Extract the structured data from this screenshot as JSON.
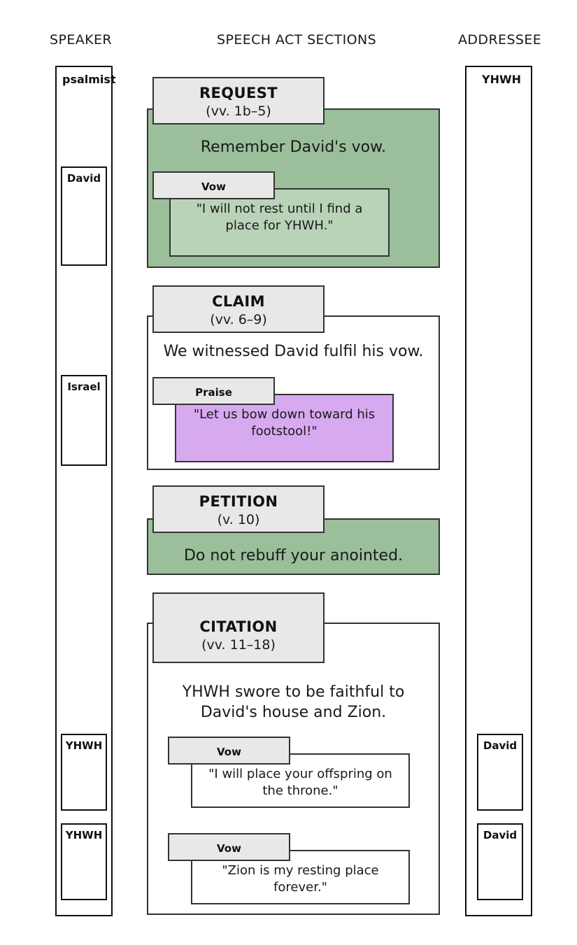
{
  "columns": {
    "speaker_header": "SPEAKER",
    "sections_header": "SPEECH ACT SECTIONS",
    "addressee_header": "ADDRESSEE"
  },
  "speaker_track": {
    "title": "psalmist",
    "participants": [
      {
        "label": "David"
      },
      {
        "label": "Israel"
      },
      {
        "label": "YHWH"
      },
      {
        "label": "YHWH"
      }
    ]
  },
  "addressee_track": {
    "title": "YHWH",
    "participants": [
      {
        "label": "David"
      },
      {
        "label": "David"
      }
    ]
  },
  "sections": [
    {
      "label": "REQUEST",
      "verses": "(vv. 1b–5)",
      "summary": "Remember David's vow.",
      "fill": "#9abf9a",
      "quote": {
        "label": "Vow",
        "text": "\"I will not rest until I find a place for YHWH.\"",
        "fill": "#b9d3b9"
      }
    },
    {
      "label": "CLAIM",
      "verses": "(vv. 6–9)",
      "summary": "We witnessed David fulfil his vow.",
      "fill": "#ffffff",
      "quote": {
        "label": "Praise",
        "text": "\"Let us bow down toward his footstool!\"",
        "fill": "#d7a9ee"
      }
    },
    {
      "label": "PETITION",
      "verses": "(v. 10)",
      "summary": "Do not rebuff your anointed.",
      "fill": "#9abf9a",
      "quote": null
    },
    {
      "label": "CITATION",
      "verses": "(vv. 11–18)",
      "summary": "YHWH swore to be faithful to David's house and Zion.",
      "fill": "#ffffff",
      "quotes": [
        {
          "label": "Vow",
          "text": "\"I will place your offspring on the throne.\"",
          "fill": "#ffffff"
        },
        {
          "label": "Vow",
          "text": "\"Zion is my resting place forever.\"",
          "fill": "#ffffff"
        }
      ]
    }
  ],
  "colors": {
    "green": "#9abf9a",
    "light_green": "#b9d3b9",
    "purple": "#d7a9ee",
    "label_gray": "#e8e8e8",
    "stroke": "#333333",
    "track_stroke": "#111111"
  }
}
